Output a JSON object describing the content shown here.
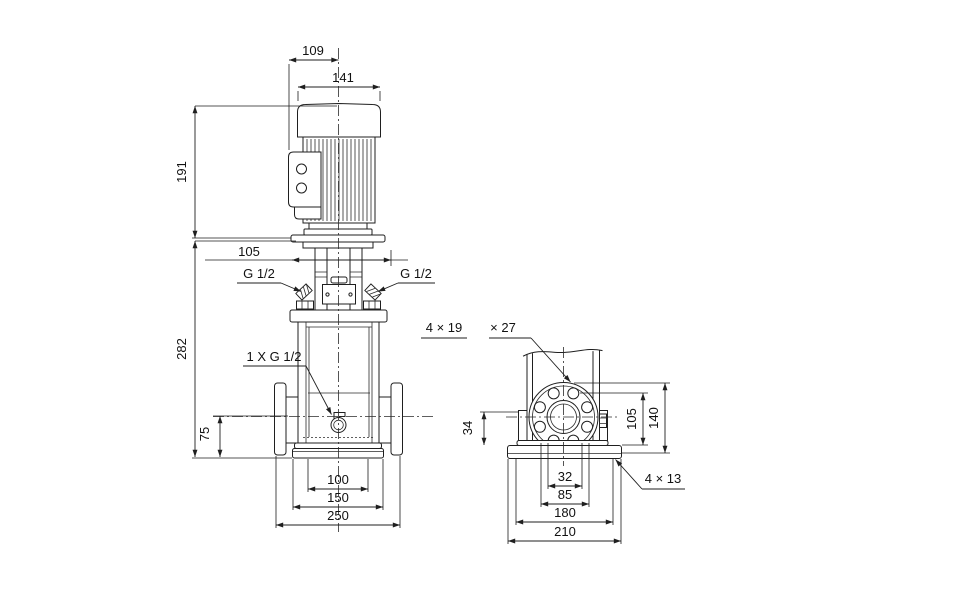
{
  "front_view": {
    "dim_motor_depth": "109",
    "dim_motor_width": "141",
    "dim_motor_height": "191",
    "dim_head_width": "105",
    "vent_plug_left": "G 1/2",
    "vent_plug_right": "G 1/2",
    "dim_pump_height": "282",
    "drain_plug": "1 X G 1/2",
    "dim_port_height": "75",
    "dim_base_width_inner": "100",
    "dim_base_width": "150",
    "dim_flange_span": "250"
  },
  "side_view": {
    "flange_holes": "4 × 19",
    "flange_hub": "× 27",
    "dim_foot_height": "34",
    "dim_port_holes_height": "105",
    "dim_port_top_height": "140",
    "dim_base_holes_spacing": "32",
    "dim_base_holes_spacing_wide": "85",
    "dim_base_length_inner": "180",
    "dim_base_length": "210",
    "base_holes": "4 × 13"
  }
}
